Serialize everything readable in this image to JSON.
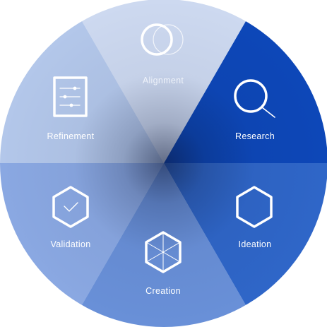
{
  "segments": [
    {
      "id": "alignment",
      "label": "Alignment",
      "color": "#cdd9f0",
      "icon": "overlapping-circles-icon"
    },
    {
      "id": "research",
      "label": "Research",
      "color": "#0d47b8",
      "icon": "magnifier-icon"
    },
    {
      "id": "ideation",
      "label": "Ideation",
      "color": "#2f66c8",
      "icon": "hexagon-icon"
    },
    {
      "id": "creation",
      "label": "Creation",
      "color": "#6990d8",
      "icon": "segmented-hexagon-icon"
    },
    {
      "id": "validation",
      "label": "Validation",
      "color": "#8aa8e2",
      "icon": "hexagon-check-icon"
    },
    {
      "id": "refinement",
      "label": "Refinement",
      "color": "#b3c7ea",
      "icon": "clipboard-list-icon"
    }
  ]
}
